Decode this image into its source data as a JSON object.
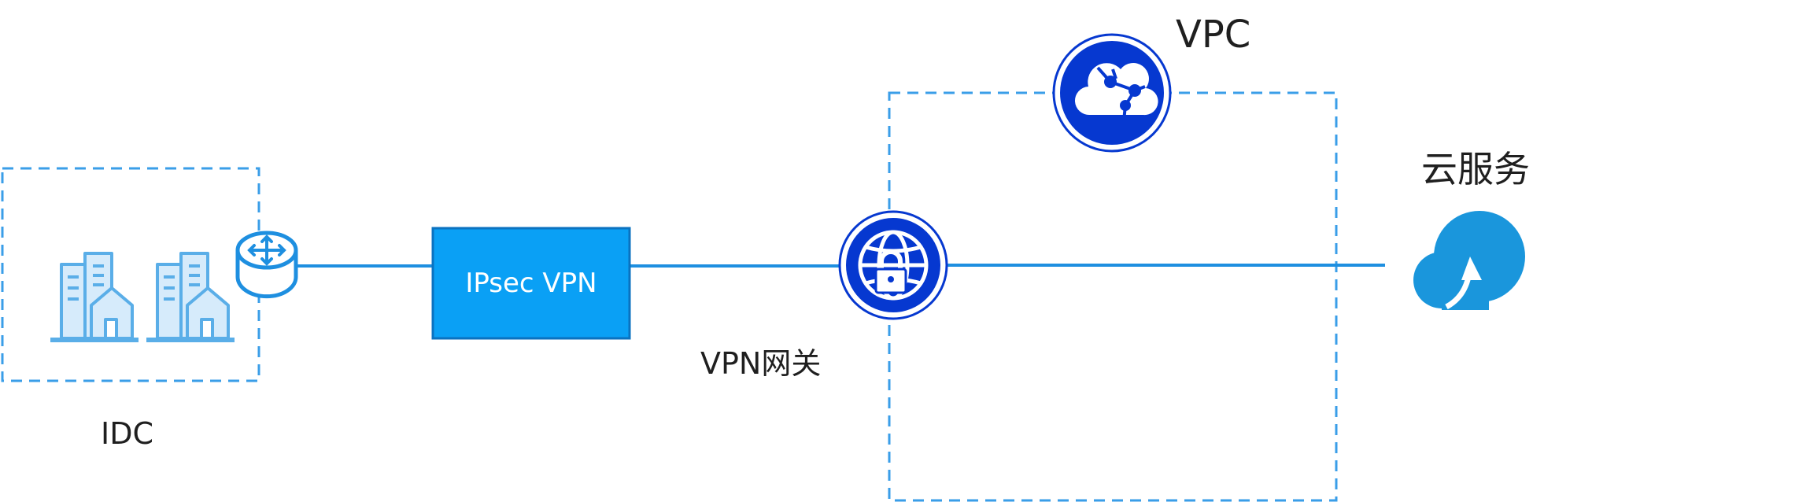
{
  "labels": {
    "idc": "IDC",
    "ipsec_vpn": "IPsec VPN",
    "vpn_gateway": "VPN网关",
    "vpc": "VPC",
    "cloud_service": "云服务"
  },
  "colors": {
    "dashed_border": "#3a9ee8",
    "link_line": "#1e8fe0",
    "ipsec_box_fill": "#0aa0f5",
    "ipsec_box_border": "#0a72c0",
    "navy_icon": "#0638d0",
    "building_icon": "#5aaee8",
    "cloud_service_icon": "#1a96dc",
    "text": "#1f1f1f"
  },
  "icons": {
    "idc_buildings": "building-icon",
    "router": "router-icon",
    "vpn_gateway": "globe-lock-icon",
    "vpc": "cloud-network-icon",
    "cloud_service": "cloud-upload-icon"
  }
}
